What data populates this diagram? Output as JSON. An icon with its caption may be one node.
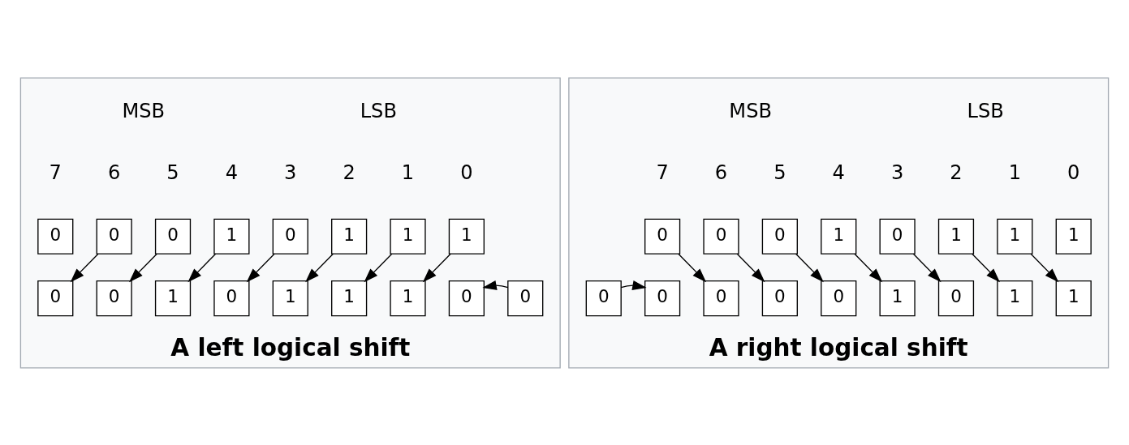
{
  "diagram": {
    "nodes": [
      {
        "text": [
          "A left logical shift"
        ]
      },
      {
        "text": [
          "0"
        ],
        "in": 0
      },
      {
        "text": [
          "0"
        ],
        "in": 0
      },
      {
        "text": [
          "0"
        ],
        "in": 0
      },
      {
        "text": [
          "1"
        ],
        "in": 0
      },
      {
        "text": [
          "0"
        ],
        "in": 0
      },
      {
        "text": [
          "1"
        ],
        "in": 0
      },
      {
        "text": [
          "1"
        ],
        "in": 0
      },
      {
        "text": [
          "1"
        ],
        "in": 0
      },
      {
        "text": [
          "0"
        ],
        "in": 0
      },
      {
        "text": [
          "0"
        ],
        "in": 0
      },
      {
        "text": [
          "1"
        ],
        "in": 0
      },
      {
        "text": [
          "0"
        ],
        "in": 0
      },
      {
        "text": [
          "1"
        ],
        "in": 0
      },
      {
        "text": [
          "1"
        ],
        "in": 0
      },
      {
        "text": [
          "1"
        ],
        "in": 0
      },
      {
        "text": [
          "0"
        ],
        "in": 0
      },
      {
        "text": [
          "0"
        ],
        "in": 0
      },
      {
        "text": [
          "A right logical shift"
        ]
      },
      {
        "text": [
          "0"
        ],
        "in": 18
      },
      {
        "text": [
          "0"
        ],
        "in": 18
      },
      {
        "text": [
          "0"
        ],
        "in": 18
      },
      {
        "text": [
          "1"
        ],
        "in": 18
      },
      {
        "text": [
          "0"
        ],
        "in": 18
      },
      {
        "text": [
          "1"
        ],
        "in": 18
      },
      {
        "text": [
          "1"
        ],
        "in": 18
      },
      {
        "text": [
          "1"
        ],
        "in": 18
      },
      {
        "text": [
          "0"
        ],
        "in": 18
      },
      {
        "text": [
          "0"
        ],
        "in": 18
      },
      {
        "text": [
          "0"
        ],
        "in": 18
      },
      {
        "text": [
          "0"
        ],
        "in": 18
      },
      {
        "text": [
          "1"
        ],
        "in": 18
      },
      {
        "text": [
          "0"
        ],
        "in": 18
      },
      {
        "text": [
          "1"
        ],
        "in": 18
      },
      {
        "text": [
          "1"
        ],
        "in": 18
      },
      {
        "text": [
          "0"
        ],
        "in": 18
      }
    ],
    "edges": [
      {
        "from": 2,
        "to": 9,
        "arrow": "to"
      },
      {
        "from": 3,
        "to": 10,
        "arrow": "to"
      },
      {
        "from": 4,
        "to": 11,
        "arrow": "to"
      },
      {
        "from": 5,
        "to": 12,
        "arrow": "to"
      },
      {
        "from": 6,
        "to": 13,
        "arrow": "to"
      },
      {
        "from": 7,
        "to": 14,
        "arrow": "to"
      },
      {
        "from": 8,
        "to": 15,
        "arrow": "to"
      },
      {
        "from": 17,
        "to": 16,
        "arrow": "to"
      },
      {
        "from": 19,
        "to": 28,
        "arrow": "to"
      },
      {
        "from": 20,
        "to": 29,
        "arrow": "to"
      },
      {
        "from": 21,
        "to": 30,
        "arrow": "to"
      },
      {
        "from": 22,
        "to": 31,
        "arrow": "to"
      },
      {
        "from": 23,
        "to": 32,
        "arrow": "to"
      },
      {
        "from": 24,
        "to": 33,
        "arrow": "to"
      },
      {
        "from": 25,
        "to": 34,
        "arrow": "to"
      },
      {
        "from": 35,
        "to": 27,
        "arrow": "to"
      }
    ],
    "labels": [
      "MSB",
      "LSB",
      "7",
      "6",
      "5",
      "4",
      "3",
      "2",
      "1",
      "0",
      "MSB",
      "LSB",
      "7",
      "6",
      "5",
      "4",
      "3",
      "2",
      "1",
      "0"
    ]
  }
}
